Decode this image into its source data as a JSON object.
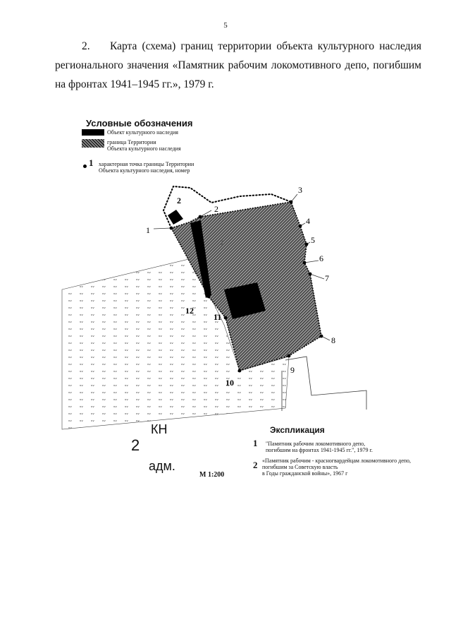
{
  "page": {
    "number": "5",
    "heading_number": "2.",
    "heading_text": "Карта (схема) границ территории объекта культурного наследия регионального значения «Памятник рабочим локомотивного депо, погибшим на фронтах 1941–1945 гг.», 1979 г."
  },
  "legend": {
    "title": "Условные обозначения",
    "object_label": "Объект культурного наследия",
    "boundary_label_1": "граница Территории",
    "boundary_label_2": "Объекта культурного наследия",
    "point_number": "1",
    "point_label_1": "характерная точка границы Территории",
    "point_label_2": "Объекта культурного наследия, номер"
  },
  "map": {
    "point_labels": [
      "1",
      "2",
      "3",
      "4",
      "5",
      "6",
      "7",
      "8",
      "9",
      "10",
      "11",
      "12"
    ],
    "object_label_2": "2",
    "object_label_1": "1",
    "district_number": "2",
    "district_code": "КН",
    "district_type": "адм.",
    "scale": "М 1:200",
    "colors": {
      "hatch_dark": "#3a3a3a",
      "hatch_light": "#a0a0a0",
      "object": "#000000"
    }
  },
  "explication": {
    "title": "Экспликация",
    "items": [
      {
        "number": "1",
        "line1": "\"Памятник рабочим локомотивного депо,",
        "line2": "погибшим на фронтах 1941-1945 гг.\", 1979 г.",
        "line3": ""
      },
      {
        "number": "2",
        "line1": "«Памятник рабочим - красногвардейцам локомотивного депо,",
        "line2": "погибшим за Советскую власть",
        "line3": "в Годы гражданской войны», 1967 г"
      }
    ]
  }
}
